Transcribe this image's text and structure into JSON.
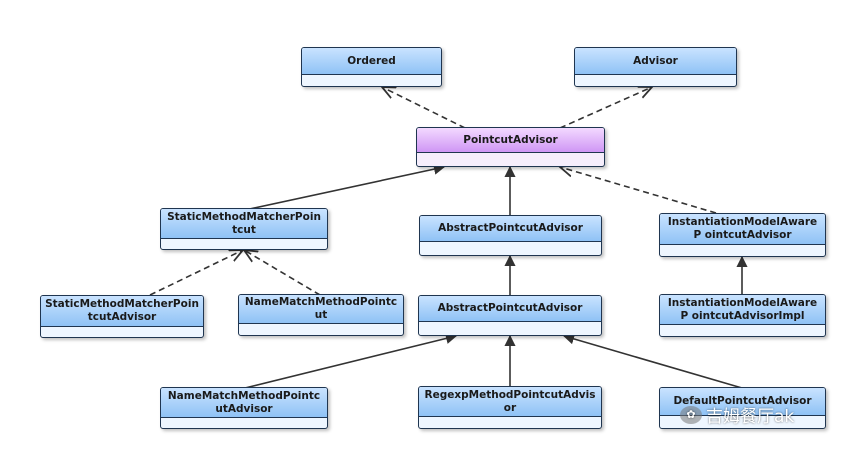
{
  "nodes": {
    "ordered": "Ordered",
    "advisor": "Advisor",
    "pointcut_advisor": "PointcutAdvisor",
    "static_method_matcher_pointcut": "StaticMethodMatcherPoin tcut",
    "abstract_pointcut_advisor_1": "AbstractPointcutAdvisor",
    "instantiation_model_aware": "InstantiationModelAwareP ointcutAdvisor",
    "static_method_matcher_pointcut_advisor": "StaticMethodMatcherPoin tcutAdvisor",
    "name_match_method_pointcut": "NameMatchMethodPointc ut",
    "abstract_pointcut_advisor_2": "AbstractPointcutAdvisor",
    "instantiation_model_aware_impl": "InstantiationModelAwareP ointcutAdvisorImpl",
    "name_match_method_pointcut_advisor": "NameMatchMethodPointc utAdvisor",
    "regexp_method_pointcut_advisor": "RegexpMethodPointcutAdvis or",
    "default_pointcut_advisor": "DefaultPointcutAdvisor"
  },
  "colors": {
    "class_header": "#8fc2f5",
    "interface_highlight": "#cf96f5",
    "border": "#1f3550",
    "arrow": "#333333"
  },
  "watermark": {
    "icon": "wechat-icon",
    "text": "吉姆餐厅ak"
  }
}
